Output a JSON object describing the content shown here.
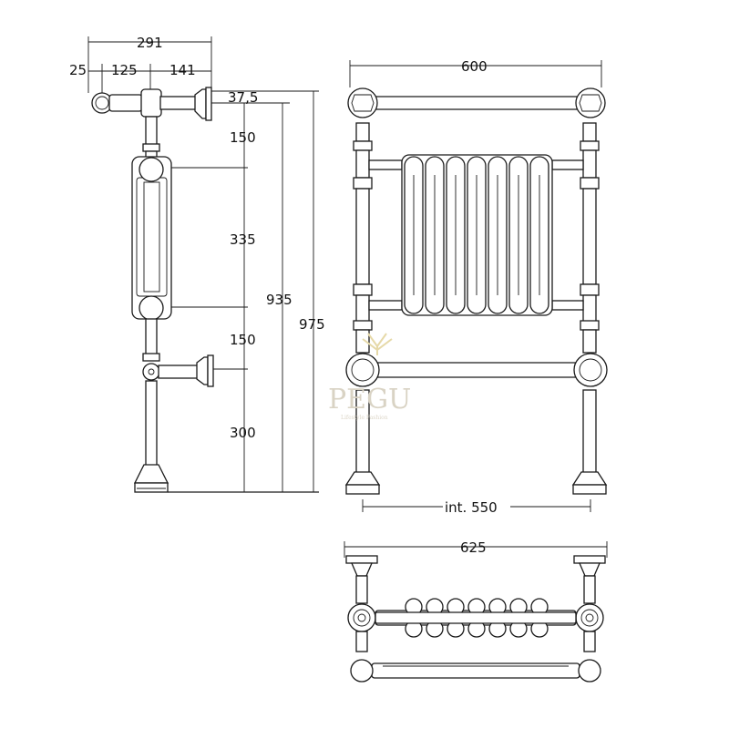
{
  "side_view": {
    "dims": {
      "total_depth": "291",
      "wall_offset": "25",
      "mid_depth": "125",
      "valve_depth": "141",
      "top_gap": "37,5",
      "seg_top": "150",
      "seg_panel": "335",
      "seg_lower": "150",
      "seg_bottom": "300",
      "height_inner": "935",
      "height_total": "975"
    }
  },
  "front_view": {
    "dims": {
      "width": "600",
      "internal_width": "int. 550"
    },
    "watermark": {
      "brand": "PEGU",
      "tagline": "Lifestyle Fashion"
    }
  },
  "top_view": {
    "dims": {
      "width": "625"
    }
  },
  "colors": {
    "line": "#1a1a1a",
    "watermark": "#d9d3c4"
  }
}
